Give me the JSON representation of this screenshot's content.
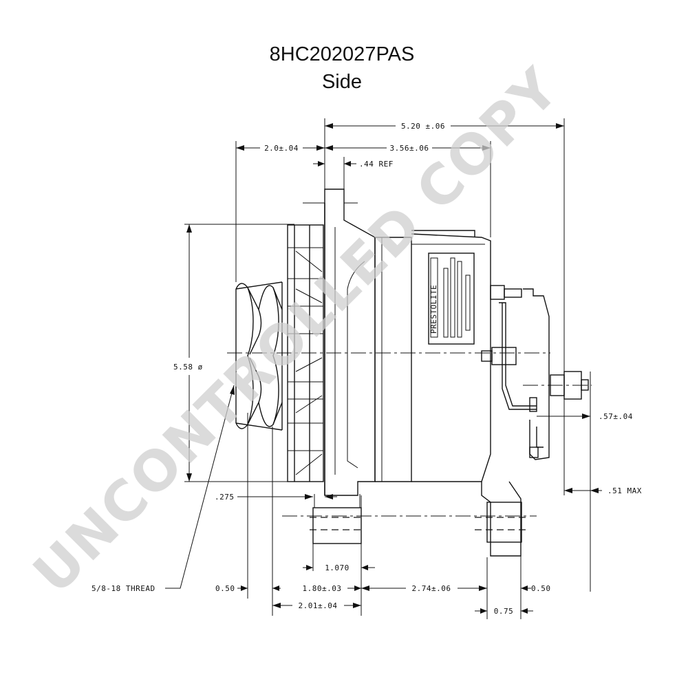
{
  "title": {
    "part_number": "8HC202027PAS",
    "view": "Side"
  },
  "watermark": "UNCONTROLLED COPY",
  "logo_text": "PRESTOLITE",
  "dimensions": {
    "overall_length": "5.20 ±.06",
    "pulley_offset": "2.0±.04",
    "body_length": "3.56±.06",
    "ref": ".44 REF",
    "pulley_dia": "5.58 ø",
    "terminal_offset": ".57±.04",
    "rear_max": ".51 MAX",
    "flange_gap": ".275",
    "foot_width": "1.070",
    "front_offset": "0.50",
    "front_foot": "1.80±.03",
    "foot_spacing": "2.74±.06",
    "rear_foot": "0.50",
    "front_total": "2.01±.04",
    "rear_total": "0.75",
    "thread": "5/8-18 THREAD"
  }
}
